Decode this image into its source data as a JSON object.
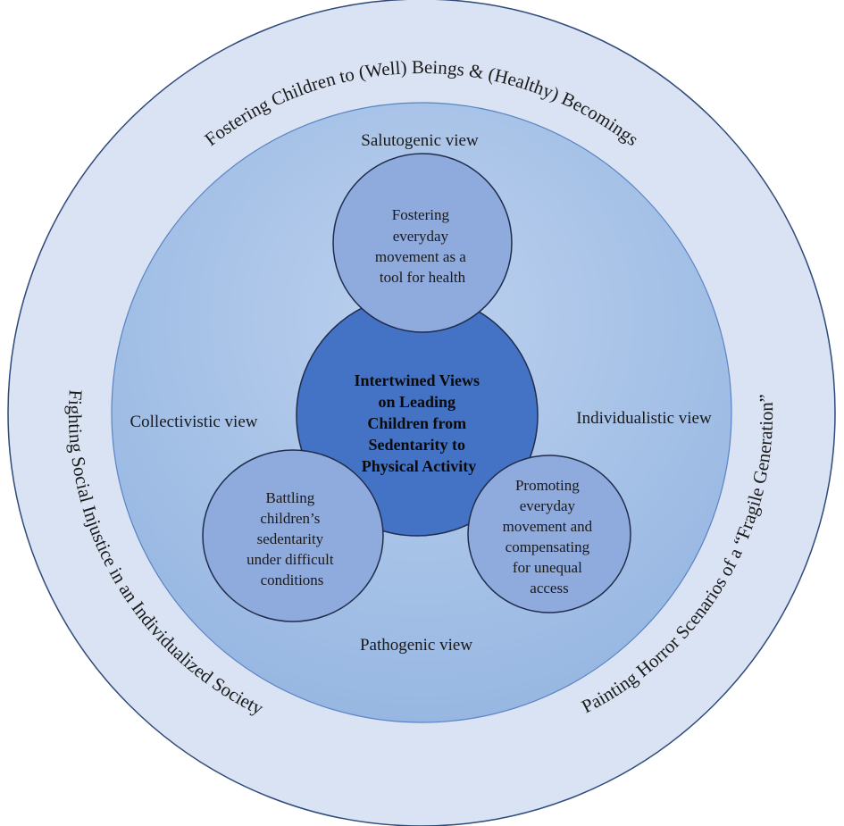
{
  "outer_ring": {
    "top": "Fostering Children to (Well) Beings & (Healthy) Becomings",
    "left": "Fighting Social Injustice in an Individualized Society",
    "right": "Painting Horror Scenarios of a “Fragile Generation”"
  },
  "inner_ring": {
    "top": "Salutogenic view",
    "left": "Collectivistic view",
    "right": "Individualistic view",
    "bottom": "Pathogenic view"
  },
  "center": {
    "lines": [
      "Intertwined Views",
      "on Leading",
      "Children from",
      "Sedentarity to",
      "Physical Activity"
    ]
  },
  "nodes": {
    "top": {
      "lines": [
        "Fostering",
        "everyday",
        "movement as a",
        "tool for health"
      ]
    },
    "left": {
      "lines": [
        "Battling",
        "children’s",
        "sedentarity",
        "under difficult",
        "conditions"
      ]
    },
    "right": {
      "lines": [
        "Promoting",
        "everyday",
        "movement and",
        "compensating",
        "for unequal",
        "access"
      ]
    }
  },
  "colors": {
    "outer_fill": "#dae3f3",
    "inner_fill": "#a9c3e6",
    "node_fill": "#8faadc",
    "center_fill": "#4472c4",
    "stroke": "#1f2d4d"
  }
}
